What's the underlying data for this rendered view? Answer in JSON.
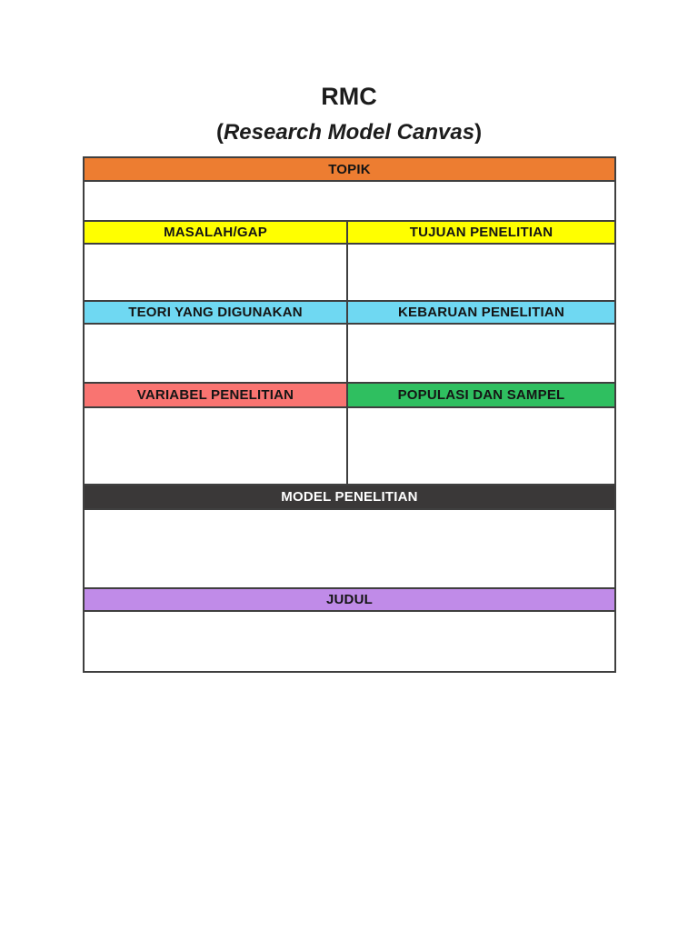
{
  "page": {
    "background_color": "#FFFFFF",
    "grid_border_color": "#3F3F3F"
  },
  "title": "RMC",
  "subtitle": {
    "open_paren": "(",
    "text": "Research Model Canvas",
    "close_paren": ")"
  },
  "canvas": {
    "sections": {
      "topik": {
        "label": "TOPIK",
        "color": "#ED7D31",
        "text_color": "#151515",
        "content": ""
      },
      "masalah_gap": {
        "label": "MASALAH/GAP",
        "color": "#FFFF00",
        "text_color": "#151515",
        "content": ""
      },
      "tujuan_penelitian": {
        "label": "TUJUAN PENELITIAN",
        "color": "#FFFF00",
        "text_color": "#151515",
        "content": ""
      },
      "teori_yang_digunakan": {
        "label": "TEORI YANG DIGUNAKAN",
        "color": "#6FD8F2",
        "text_color": "#151515",
        "content": ""
      },
      "kebaruan_penelitian": {
        "label": "KEBARUAN PENELITIAN",
        "color": "#6FD8F2",
        "text_color": "#151515",
        "content": ""
      },
      "variabel_penelitian": {
        "label": "VARIABEL PENELITIAN",
        "color": "#F97471",
        "text_color": "#151515",
        "content": ""
      },
      "populasi_dan_sampel": {
        "label": "POPULASI DAN SAMPEL",
        "color": "#2FBF60",
        "text_color": "#151515",
        "content": ""
      },
      "model_penelitian": {
        "label": "MODEL PENELITIAN",
        "color": "#3A3838",
        "text_color": "#FFFFFF",
        "content": ""
      },
      "judul": {
        "label": "JUDUL",
        "color": "#C08BE8",
        "text_color": "#151515",
        "content": ""
      }
    }
  }
}
